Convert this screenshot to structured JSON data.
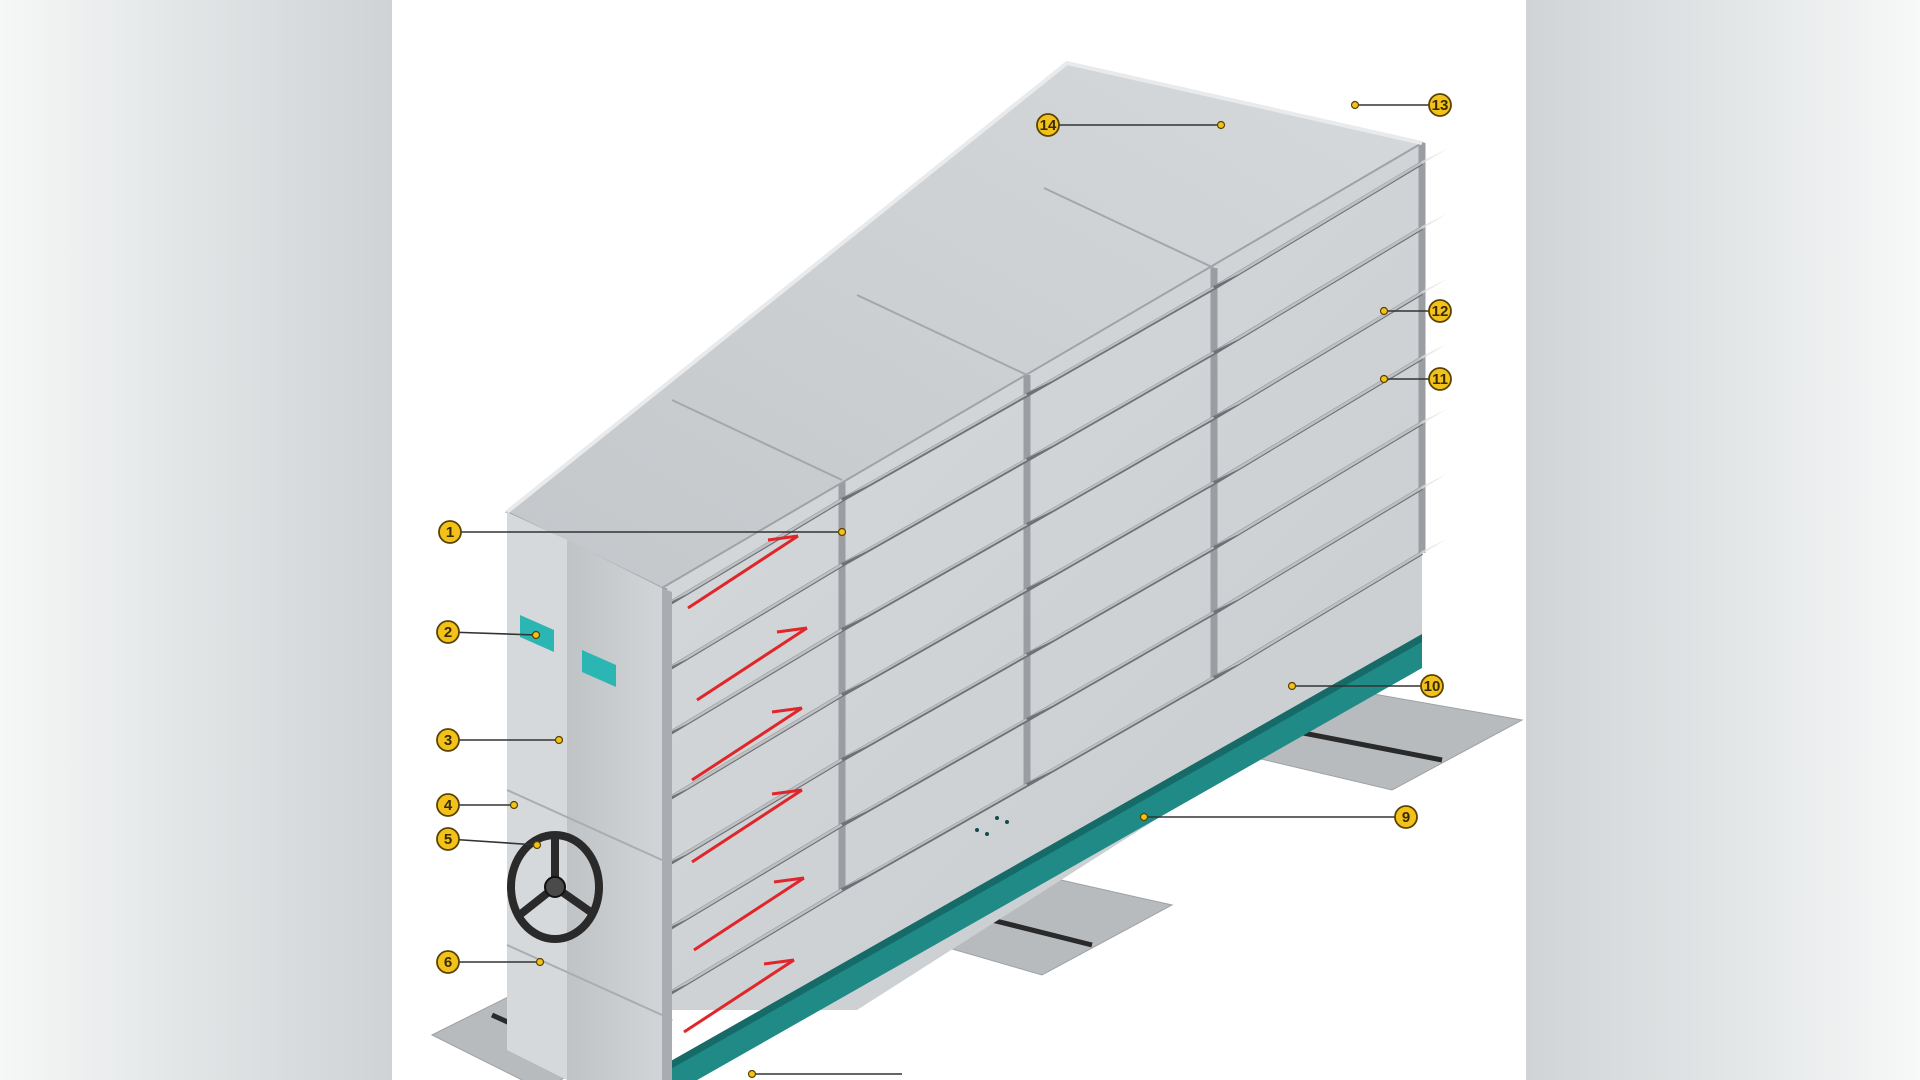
{
  "diagram": {
    "subject": "mobile shelving unit",
    "colors": {
      "panel": "#c9cccf",
      "panel_dark": "#a9adb1",
      "shelf_line": "#6e7276",
      "upright": "#9a9ea2",
      "carriage": "#1f8a86",
      "carriage_dark": "#166b68",
      "rail": "#b8bbbd",
      "badge_fill": "#f2c21b",
      "badge_stroke": "#5a4300",
      "leader": "#333333",
      "arrow": "#e0262a",
      "handle_label": "#2bb6b3",
      "wheel": "#2a2a2a"
    },
    "callouts": [
      {
        "number": "1"
      },
      {
        "number": "2"
      },
      {
        "number": "3"
      },
      {
        "number": "4"
      },
      {
        "number": "5"
      },
      {
        "number": "6"
      },
      {
        "number": "9"
      },
      {
        "number": "10"
      },
      {
        "number": "11"
      },
      {
        "number": "12"
      },
      {
        "number": "13"
      },
      {
        "number": "14"
      }
    ],
    "load_arrow_count": 6
  }
}
